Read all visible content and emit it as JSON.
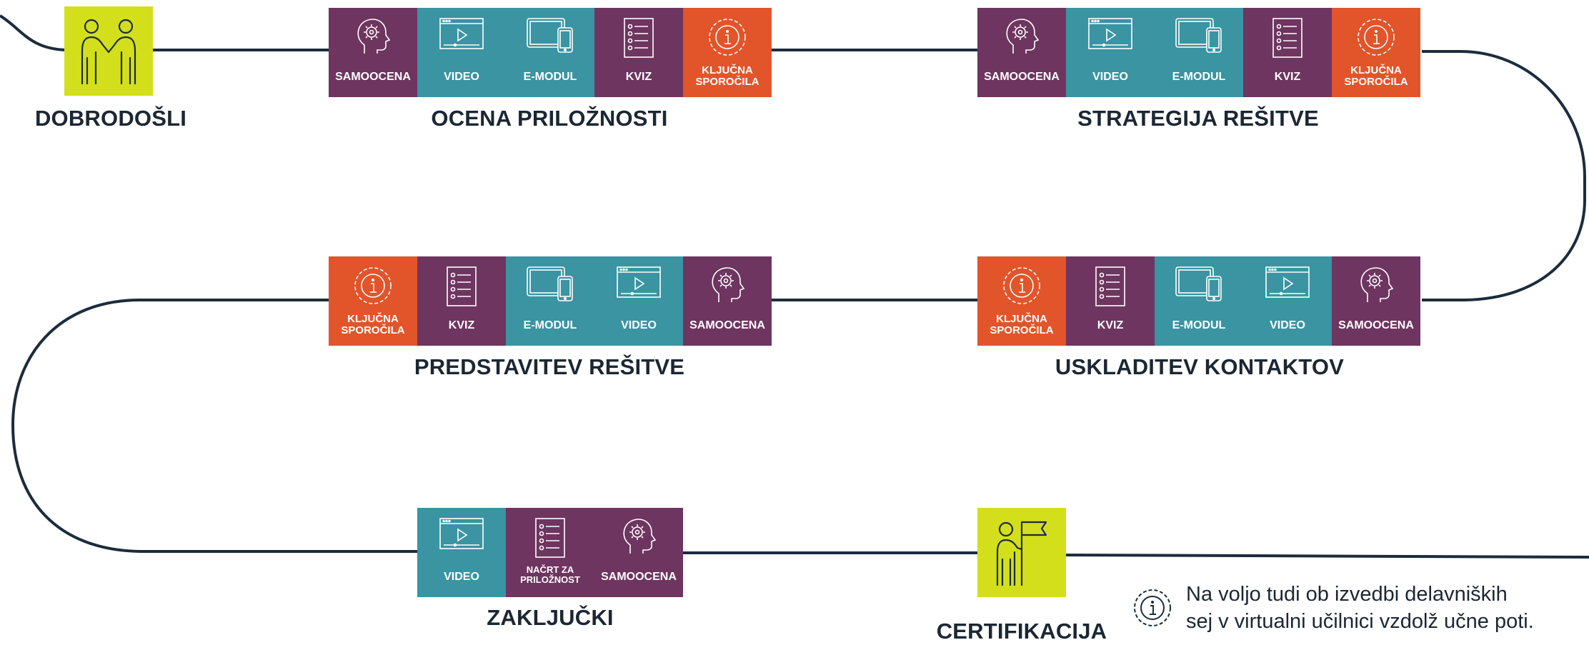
{
  "colors": {
    "line": "#1b2c3d",
    "samoocena": "#6e3560",
    "video": "#3a94a2",
    "emodul": "#3a94a2",
    "kviz": "#6e3560",
    "kljucna": "#e2542a",
    "nacrt": "#6e3560",
    "milestone": "#d4df1b"
  },
  "stages": {
    "welcome": {
      "title": "DOBRODOŠLI",
      "icon": "handshake-people-icon"
    },
    "ocena": {
      "title": "OCENA PRILOŽNOSTI",
      "tiles": [
        {
          "label": "SAMOOCENA",
          "icon": "head-gear-icon"
        },
        {
          "label": "VIDEO",
          "icon": "video-player-icon"
        },
        {
          "label": "E-MODUL",
          "icon": "tablet-phone-icon"
        },
        {
          "label": "KVIZ",
          "icon": "checklist-icon"
        },
        {
          "label": "KLJUČNA SPOROČILA",
          "icon": "info-icon"
        }
      ]
    },
    "strategija": {
      "title": "STRATEGIJA REŠITVE",
      "tiles": [
        {
          "label": "SAMOOCENA",
          "icon": "head-gear-icon"
        },
        {
          "label": "VIDEO",
          "icon": "video-player-icon"
        },
        {
          "label": "E-MODUL",
          "icon": "tablet-phone-icon"
        },
        {
          "label": "KVIZ",
          "icon": "checklist-icon"
        },
        {
          "label": "KLJUČNA SPOROČILA",
          "icon": "info-icon"
        }
      ]
    },
    "predstavitev": {
      "title": "PREDSTAVITEV REŠITVE",
      "tiles": [
        {
          "label": "KLJUČNA SPOROČILA",
          "icon": "info-icon"
        },
        {
          "label": "KVIZ",
          "icon": "checklist-icon"
        },
        {
          "label": "E-MODUL",
          "icon": "tablet-phone-icon"
        },
        {
          "label": "VIDEO",
          "icon": "video-player-icon"
        },
        {
          "label": "SAMOOCENA",
          "icon": "head-gear-icon"
        }
      ]
    },
    "uskladitev": {
      "title": "USKLADITEV KONTAKTOV",
      "tiles": [
        {
          "label": "KLJUČNA SPOROČILA",
          "icon": "info-icon"
        },
        {
          "label": "KVIZ",
          "icon": "checklist-icon"
        },
        {
          "label": "E-MODUL",
          "icon": "tablet-phone-icon"
        },
        {
          "label": "VIDEO",
          "icon": "video-player-icon"
        },
        {
          "label": "SAMOOCENA",
          "icon": "head-gear-icon"
        }
      ]
    },
    "zakljucki": {
      "title": "ZAKLJUČKI",
      "tiles": [
        {
          "label": "VIDEO",
          "icon": "video-player-icon"
        },
        {
          "label": "NAČRT ZA PRILOŽNOST",
          "icon": "checklist-icon"
        },
        {
          "label": "SAMOOCENA",
          "icon": "head-gear-icon"
        }
      ]
    },
    "certifikacija": {
      "title": "CERTIFIKACIJA",
      "icon": "person-flag-icon"
    }
  },
  "note": {
    "line1": "Na voljo tudi ob izvedbi delavniških",
    "line2": "sej v virtualni učilnici vzdolž učne poti.",
    "icon": "info-icon"
  }
}
